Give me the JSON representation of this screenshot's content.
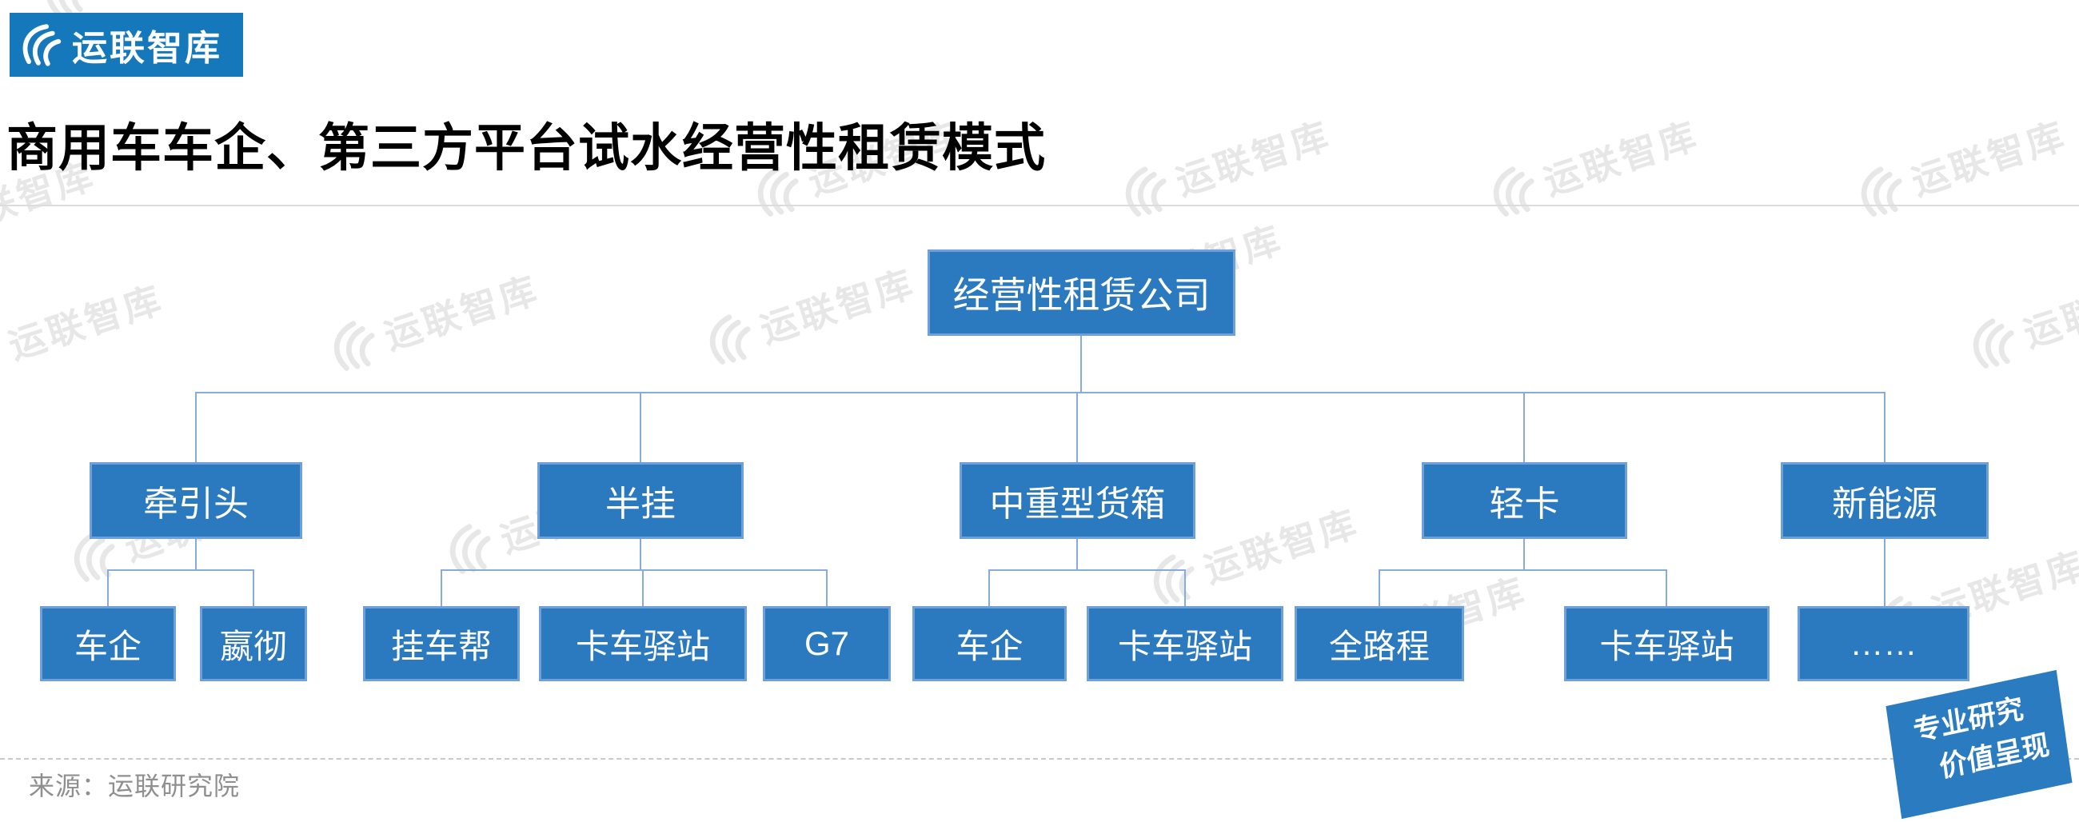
{
  "header": {
    "logo_text": "运联智库",
    "title": "商用车车企、第三方平台试水经营性租赁模式"
  },
  "chart": {
    "root": "经营性租赁公司",
    "branches": [
      {
        "label": "牵引头",
        "children": [
          "车企",
          "嬴彻"
        ]
      },
      {
        "label": "半挂",
        "children": [
          "挂车帮",
          "卡车驿站",
          "G7"
        ]
      },
      {
        "label": "中重型货箱",
        "children": [
          "车企",
          "卡车驿站"
        ]
      },
      {
        "label": "轻卡",
        "children": [
          "全路程",
          "卡车驿站"
        ]
      },
      {
        "label": "新能源",
        "children": [
          "……"
        ]
      }
    ]
  },
  "watermark": {
    "text": "运联智库"
  },
  "footer": {
    "source": "来源：运联研究院",
    "badge_line1": "专业研究",
    "badge_line2": "价值呈现"
  },
  "colors": {
    "logo_bg": "#1478BB",
    "node_fill": "#2B79BE",
    "node_border": "#6FA0D8",
    "connector": "#86ABDC",
    "badge_bg": "#2B7BC1",
    "title_text": "#000000",
    "source_text": "#8f8f8f"
  }
}
